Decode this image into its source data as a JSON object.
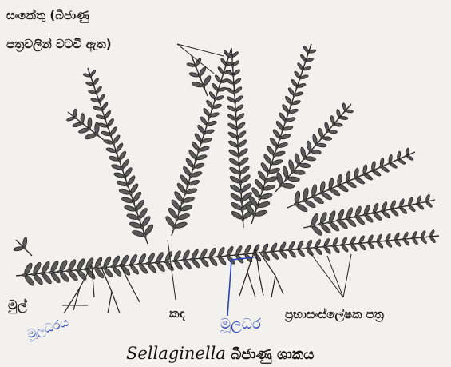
{
  "labels": {
    "top_line1": "සංකේතු (බීජාණු",
    "top_line2": "පත්‍රවලින් වටවී ඇත)",
    "root": "මුල්",
    "stem": "කඳ",
    "photosynthetic_leaves": "ප්‍රභාසංස්ලේෂක පත්‍ර",
    "rhizophore_handwritten": "මූලධර",
    "margin_handwritten": "මූලධරය"
  },
  "caption": {
    "genus": "Sellaginella",
    "suffix": "බීජාණු ශාකය"
  },
  "colors": {
    "background": "#f3f1ed",
    "ink": "#1a1a1a",
    "pen_blue": "#2b43b8"
  }
}
